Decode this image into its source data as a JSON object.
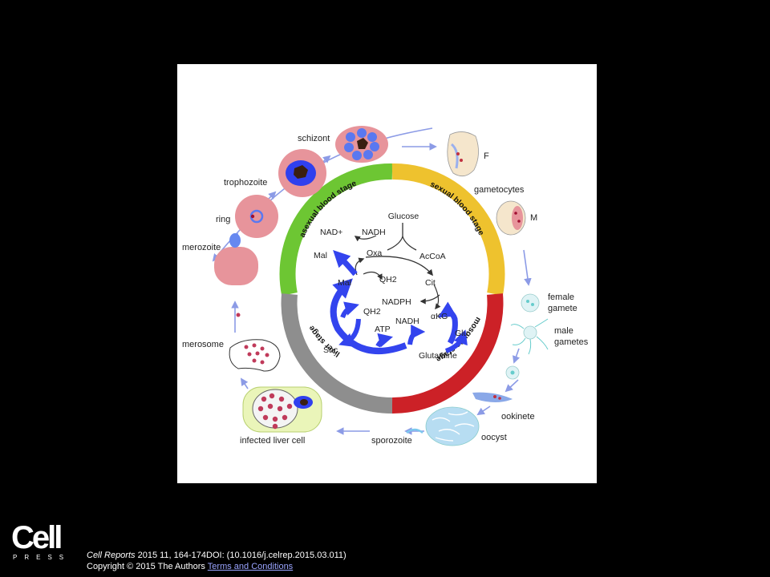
{
  "figure": {
    "stages": {
      "asexual": "asexual blood stage",
      "sexual": "sexual blood stage",
      "mosquito": "mosquito stage",
      "liver": "liver stage"
    },
    "parasite_labels": {
      "schizont": "schizont",
      "trophozoite": "trophozoite",
      "ring": "ring",
      "merozoite": "merozoite",
      "F": "F",
      "gametocytes": "gametocytes",
      "M": "M",
      "female_gamete": [
        "female",
        "gamete"
      ],
      "male_gametes": [
        "male",
        "gametes"
      ],
      "ookinete": "ookinete",
      "oocyst": "oocyst",
      "sporozoite": "sporozoite",
      "infected_liver_cell": "infected liver cell",
      "merosome": "merosome"
    },
    "metabolites": {
      "glucose": "Glucose",
      "nad_plus": "NAD+",
      "nadh_top": "NADH",
      "oxa": "Oxa",
      "acetyl_coa": "AcCoA",
      "mal_top": "Mal",
      "mal_mid": "Mal",
      "qh2_top": "QH2",
      "cit": "Cit",
      "nadph": "NADPH",
      "qh2_bottom": "QH2",
      "alpha_kg": "αKG",
      "nadh_bottom": "NADH",
      "atp": "ATP",
      "glu": "Glu",
      "suc": "Suc",
      "glutamine": "Glutamine"
    },
    "colors": {
      "asexual": "#6dc633",
      "sexual": "#eec22e",
      "mosquito": "#cc2127",
      "liver": "#8e8e8e",
      "flux_arrow": "#3344ee",
      "lifecycle_arrow": "#8c9be6",
      "rbc": "#e7949b",
      "parasite_blue": "#4455ee"
    }
  },
  "footer": {
    "logo_main": "Cell",
    "logo_sub": "PRESS",
    "journal": "Cell Reports",
    "citation_rest": " 2015 11, 164-174DOI: (10.1016/j.celrep.2015.03.011)",
    "copyright": "Copyright © 2015 The Authors ",
    "terms_link": "Terms and Conditions"
  }
}
